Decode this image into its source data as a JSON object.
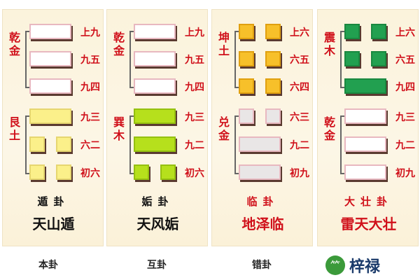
{
  "panels": [
    {
      "upper": {
        "label": "乾金",
        "color": "#ffffff",
        "border": "#e8b8c0"
      },
      "lower": {
        "label": "艮土",
        "color": "#fbf08a",
        "border": "#e6d670"
      },
      "lines": [
        1,
        1,
        1,
        1,
        0,
        0
      ],
      "yao": [
        "上九",
        "九五",
        "九四",
        "九三",
        "六二",
        "初六"
      ],
      "gua": "遁卦",
      "full": "天山遁",
      "name_color": "#111111",
      "caption": "本卦"
    },
    {
      "upper": {
        "label": "乾金",
        "color": "#ffffff",
        "border": "#e8b8c0"
      },
      "lower": {
        "label": "巽木",
        "color": "#b6e01c",
        "border": "#95c010"
      },
      "lines": [
        1,
        1,
        1,
        1,
        1,
        0
      ],
      "yao": [
        "上九",
        "九五",
        "九四",
        "九三",
        "九二",
        "初六"
      ],
      "gua": "姤卦",
      "full": "天风姤",
      "name_color": "#111111",
      "caption": "互卦"
    },
    {
      "upper": {
        "label": "坤土",
        "color": "#f7c02a",
        "border": "#e0a010"
      },
      "lower": {
        "label": "兑金",
        "color": "#e9e6e6",
        "border": "#e8b8c0"
      },
      "lines": [
        0,
        0,
        0,
        0,
        1,
        1
      ],
      "yao": [
        "上六",
        "六五",
        "六四",
        "六三",
        "九二",
        "初九"
      ],
      "gua": "临卦",
      "full": "地泽临",
      "name_color": "#d0101a",
      "caption": "错卦"
    },
    {
      "upper": {
        "label": "震木",
        "color": "#22a050",
        "border": "#1a8840"
      },
      "lower": {
        "label": "乾金",
        "color": "#ffffff",
        "border": "#e8b8c0"
      },
      "lines": [
        0,
        0,
        1,
        1,
        1,
        1
      ],
      "yao": [
        "上六",
        "六五",
        "九四",
        "九三",
        "九二",
        "初九"
      ],
      "gua": "大壮卦",
      "full": "雷天大壮",
      "name_color": "#d0101a",
      "caption": ""
    }
  ],
  "logo": {
    "text": "梓禄"
  }
}
